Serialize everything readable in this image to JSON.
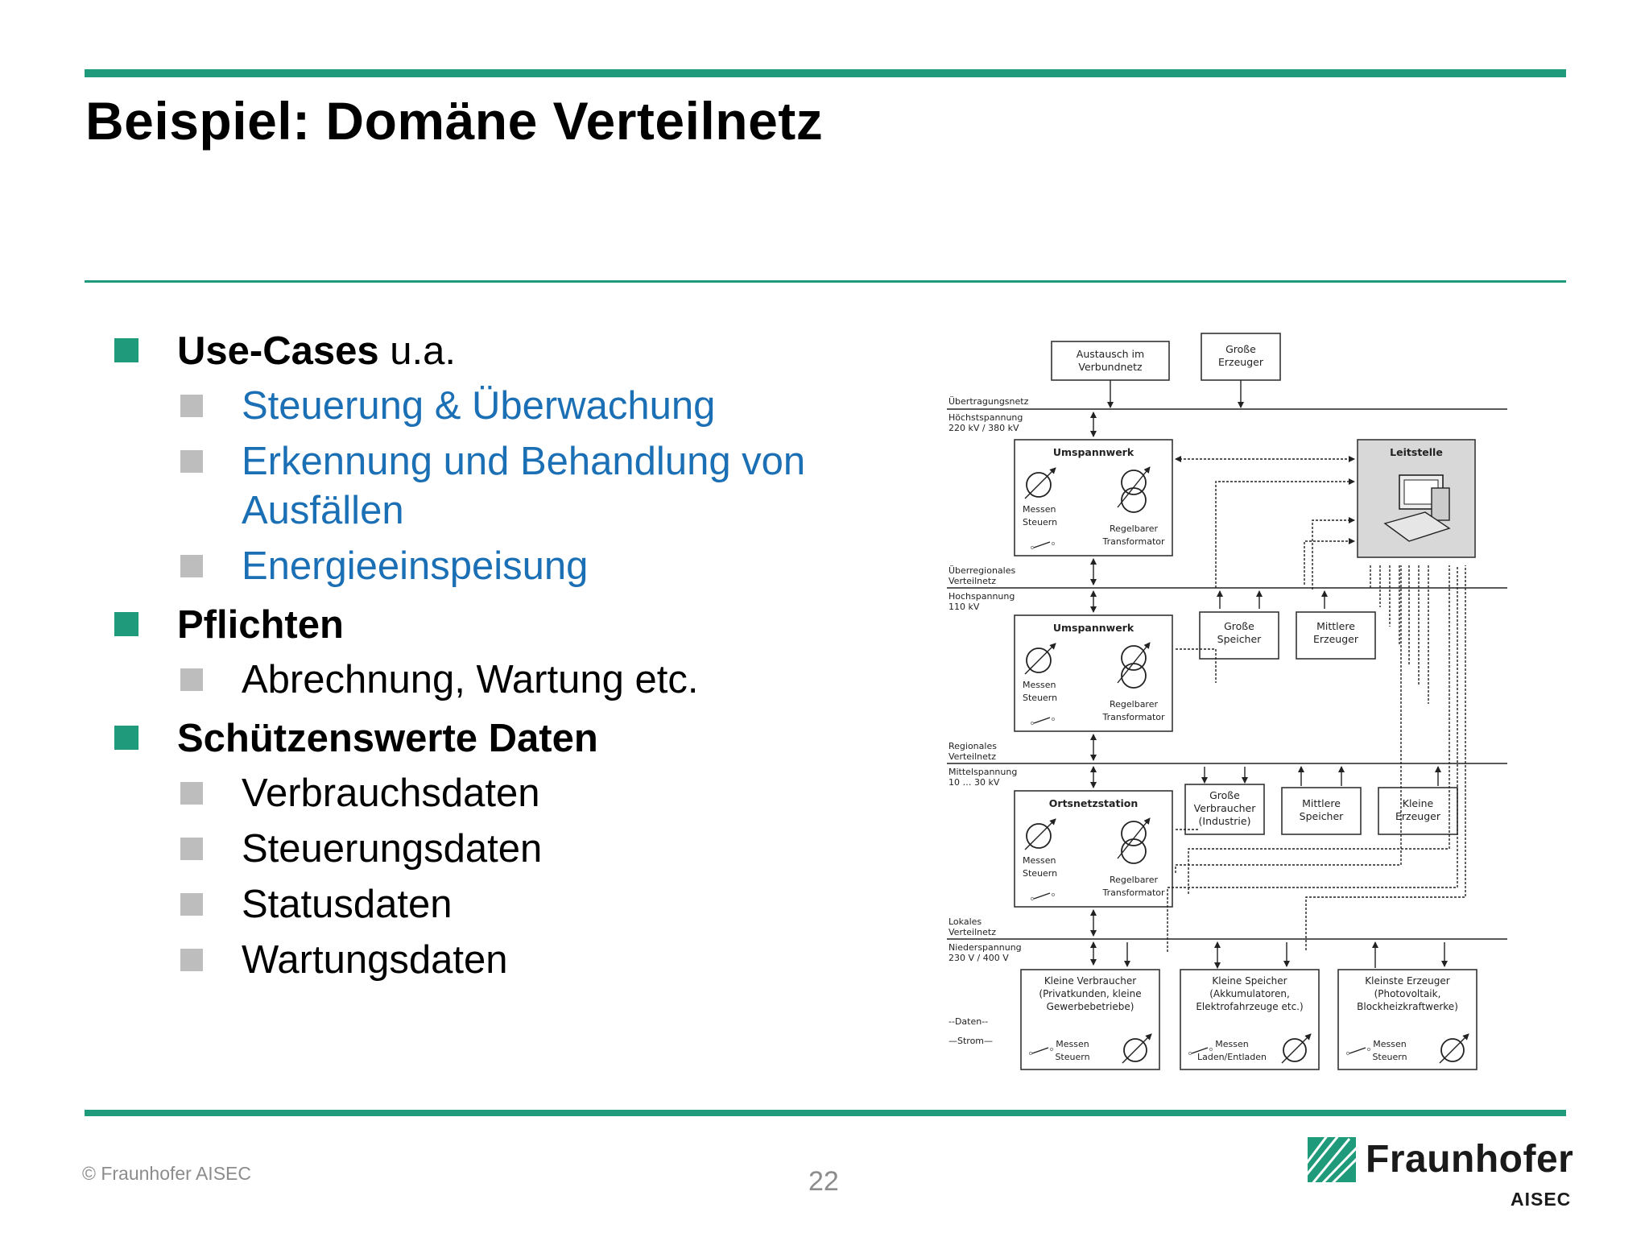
{
  "slide": {
    "title": "Beispiel: Domäne Verteilnetz",
    "page_number": "22",
    "copyright": "© Fraunhofer AISEC"
  },
  "bullets": [
    {
      "strong": "Use-Cases",
      "rest": " u.a.",
      "subs": [
        "Steuerung & Überwachung",
        "Erkennung und Behandlung von Ausfällen",
        "Energieeinspeisung"
      ],
      "subs_color": "#1b6fb5"
    },
    {
      "strong": "Pflichten",
      "rest": "",
      "subs": [
        "Abrechnung, Wartung etc."
      ],
      "subs_color": "#000000"
    },
    {
      "strong": "Schützenswerte Daten",
      "rest": "",
      "subs": [
        "Verbrauchsdaten",
        "Steuerungsdaten",
        "Statusdaten",
        "Wartungsdaten"
      ],
      "subs_color": "#000000"
    }
  ],
  "logo": {
    "name": "Fraunhofer",
    "sub": "AISEC"
  },
  "colors": {
    "accent": "#1f9a7a",
    "link_blue": "#1b6fb5",
    "gray_bullet": "#bdbdbd"
  },
  "diagram": {
    "top_boxes": [
      [
        "Austausch im",
        "Verbundnetz"
      ],
      [
        "Große",
        "Erzeuger"
      ]
    ],
    "levels": [
      {
        "net": "Übertragungsnetz",
        "voltage": [
          "Höchstspannung",
          "220 kV / 380 kV"
        ]
      },
      {
        "net": [
          "Überregionales",
          "Verteilnetz"
        ],
        "voltage": [
          "Hochspannung",
          "110 kV"
        ]
      },
      {
        "net": [
          "Regionales",
          "Verteilnetz"
        ],
        "voltage": [
          "Mittelspannung",
          "10 … 30 kV"
        ]
      },
      {
        "net": [
          "Lokales",
          "Verteilnetz"
        ],
        "voltage": [
          "Niederspannung",
          "230 V / 400 V"
        ]
      }
    ],
    "stations": [
      "Umspannwerk",
      "Umspannwerk",
      "Ortsnetzstation"
    ],
    "station_measure": [
      "Messen",
      "Steuern"
    ],
    "station_transformer": [
      "Regelbarer",
      "Transformator"
    ],
    "leitstelle": "Leitstelle",
    "mid_boxes_1": [
      [
        "Große",
        "Speicher"
      ],
      [
        "Mittlere",
        "Erzeuger"
      ]
    ],
    "mid_boxes_2": [
      [
        "Große",
        "Verbraucher",
        "(Industrie)"
      ],
      [
        "Mittlere",
        "Speicher"
      ],
      [
        "Kleine",
        "Erzeuger"
      ]
    ],
    "bottom_boxes": [
      {
        "lines": [
          "Kleine Verbraucher",
          "(Privatkunden, kleine",
          "Gewerbebetriebe)"
        ],
        "action": [
          "Messen",
          "Steuern"
        ]
      },
      {
        "lines": [
          "Kleine Speicher",
          "(Akkumulatoren,",
          "Elektrofahrzeuge etc.)"
        ],
        "action": [
          "Messen",
          "Laden/Entladen"
        ]
      },
      {
        "lines": [
          "Kleinste Erzeuger",
          "(Photovoltaik,",
          "Blockheizkraftwerke)"
        ],
        "action": [
          "Messen",
          "Steuern"
        ]
      }
    ],
    "legend": [
      "--Daten--",
      "—Strom—"
    ]
  }
}
